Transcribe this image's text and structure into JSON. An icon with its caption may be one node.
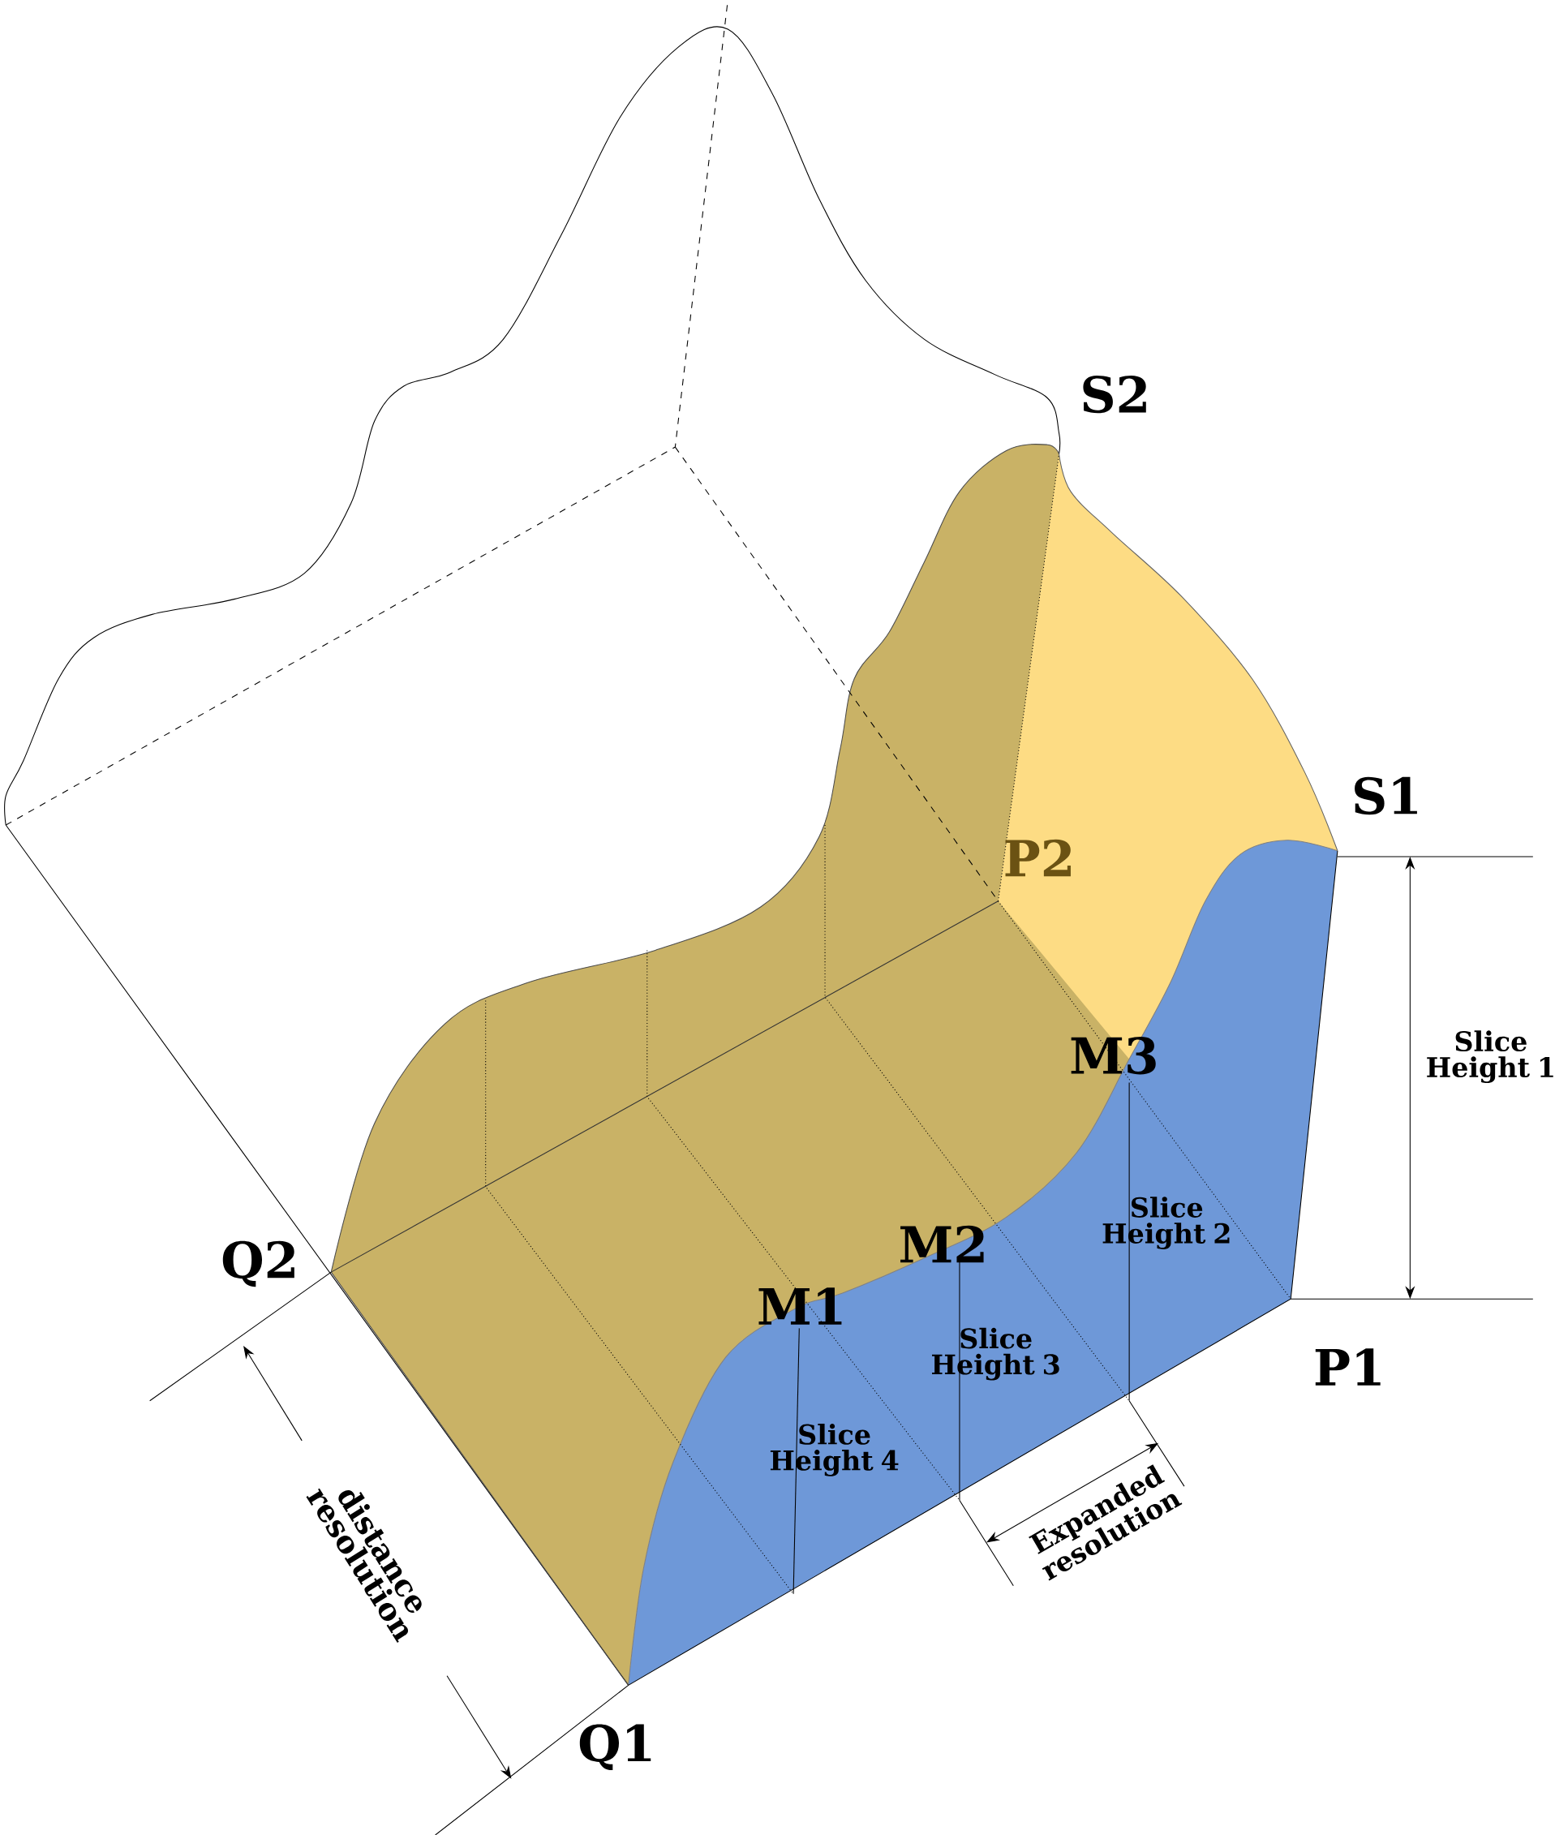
{
  "diagram": {
    "labels": [
      "S2",
      "S1",
      "P2",
      "M3",
      "Slice Height 1",
      "Slice Height 2",
      "Q2",
      "M2",
      "M1",
      "Slice Height 3",
      "P1",
      "Slice Height 4",
      "distance resolution",
      "Expanded resolution",
      "Q1"
    ]
  }
}
